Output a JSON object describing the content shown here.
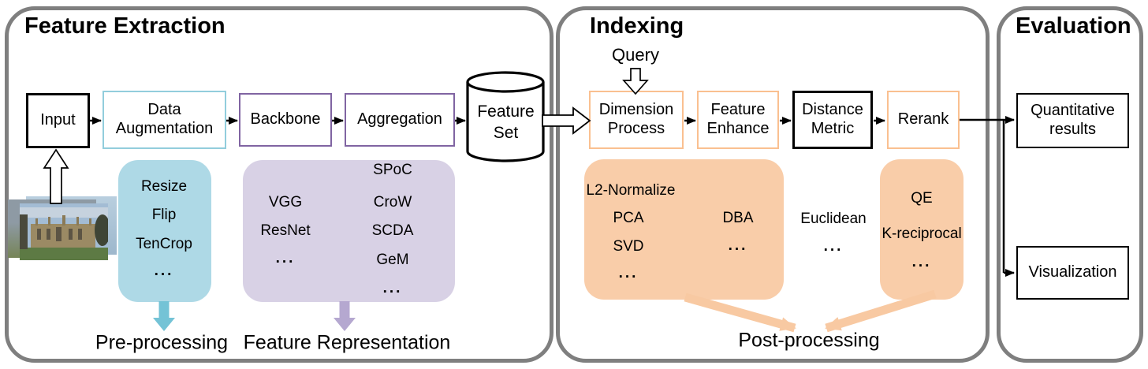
{
  "colors": {
    "panel_border": "#7f7f7f",
    "cyan_border": "#92cddc",
    "purple_border": "#8064a2",
    "orange_border": "#fac090",
    "blue_fill": "#aed9e6",
    "blue_arrow": "#74c3d6",
    "purple_fill": "#d8d1e5",
    "purple_arrow": "#b5a8d0",
    "orange_fill": "#f9cda9",
    "orange_arrow": "#f8c9a2"
  },
  "feature_extraction": {
    "title": "Feature Extraction",
    "input_label": "Input",
    "data_augmentation_label": "Data Augmentation",
    "backbone_label": "Backbone",
    "aggregation_label": "Aggregation",
    "feature_set_line1": "Feature",
    "feature_set_line2": "Set",
    "preprocess_items": [
      "Resize",
      "Flip",
      "TenCrop",
      "..."
    ],
    "backbone_items": [
      "VGG",
      "ResNet",
      "..."
    ],
    "aggregation_items": [
      "SPoC",
      "CroW",
      "SCDA",
      "GeM",
      "..."
    ],
    "preprocessing_label": "Pre-processing",
    "feature_representation_label": "Feature Representation"
  },
  "indexing": {
    "title": "Indexing",
    "query_label": "Query",
    "dimension_process_label": "Dimension Process",
    "feature_enhance_label": "Feature Enhance",
    "distance_metric_label": "Distance Metric",
    "rerank_label": "Rerank",
    "dimension_header": "L2-Normalize",
    "dimension_col1": [
      "PCA",
      "SVD",
      "..."
    ],
    "dimension_col2": [
      "DBA",
      "..."
    ],
    "distance_items": [
      "Euclidean",
      "..."
    ],
    "rerank_items": [
      "QE",
      "K-reciprocal",
      "..."
    ],
    "postprocessing_label": "Post-processing"
  },
  "evaluation": {
    "title": "Evaluation",
    "quantitative_label": "Quantitative results",
    "visualization_label": "Visualization"
  }
}
